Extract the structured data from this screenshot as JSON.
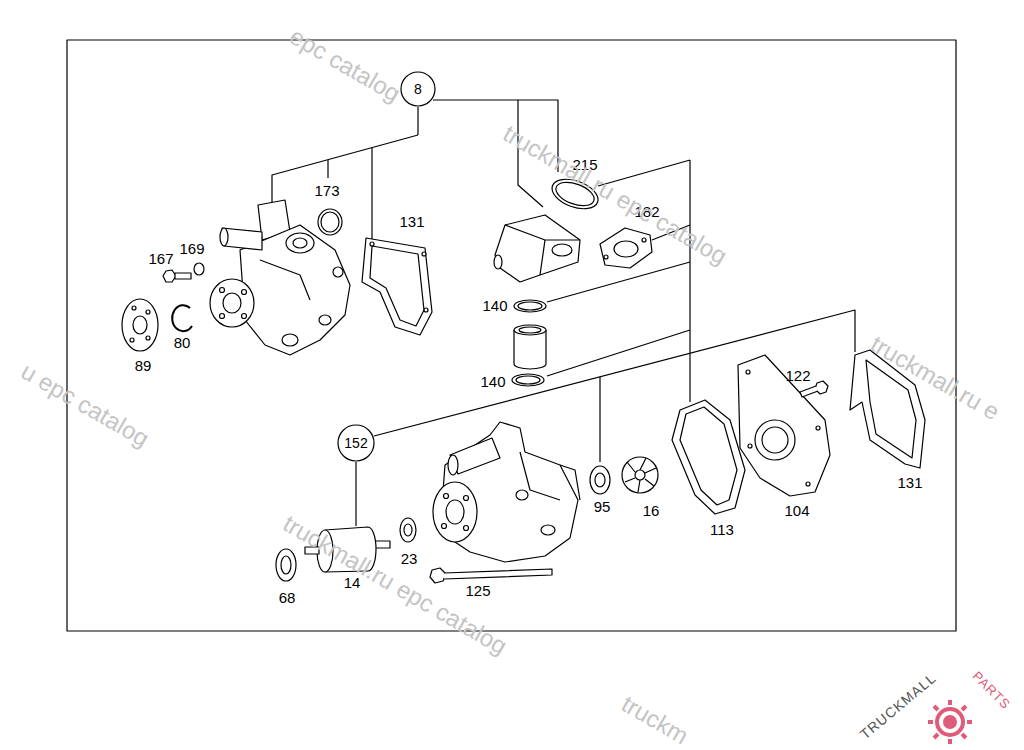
{
  "diagram": {
    "nodes": [
      {
        "text": [
          "8"
        ]
      },
      {
        "text": [
          "152"
        ]
      }
    ],
    "labels": [
      "173",
      "131",
      "167",
      "169",
      "80",
      "89",
      "215",
      "182",
      "140",
      "140",
      "122",
      "131",
      "95",
      "16",
      "113",
      "104",
      "23",
      "14",
      "68",
      "125",
      "epc catalog",
      "truckmall.ru epc catalog",
      "truckmall.ru e",
      "u epc catalog",
      "truckmall.ru epc catalog",
      "truckm",
      "TRUCKMALL",
      "PARTS"
    ]
  }
}
